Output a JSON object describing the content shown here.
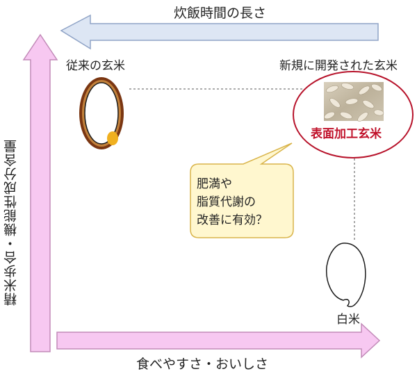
{
  "axes": {
    "top_arrow_label": "炊飯時間の長さ",
    "left_arrow_label": "精米歩合・機能性成分含量",
    "bottom_arrow_label": "食べやすさ・おいしさ"
  },
  "items": {
    "conventional_brown_rice": "従来の玄米",
    "new_brown_rice": "新規に開発された玄米",
    "product_name": "表面加工玄米",
    "white_rice": "白米"
  },
  "bubble": {
    "text": "肥満や\n脂質代謝の\n改善に有効？"
  },
  "colors": {
    "top_arrow_fill": "#dde6f4",
    "top_arrow_stroke": "#8fa3c6",
    "pink_arrow_fill": "#f7c8f1",
    "pink_arrow_stroke": "#c28ab8",
    "product_text": "#c0112a",
    "bubble_fill": "#fff7cf",
    "bubble_stroke": "#d9b44a",
    "grain_brown": "#7a3612",
    "grain_gold": "#f0b020"
  }
}
